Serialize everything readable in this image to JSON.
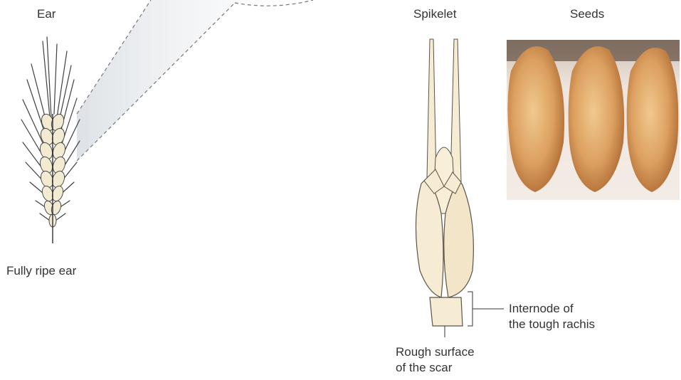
{
  "labels": {
    "ear": "Ear",
    "spikelet": "Spikelet",
    "seeds": "Seeds",
    "fully_ripe_ear": "Fully ripe ear",
    "internode_line1": "Internode of",
    "internode_line2": "the tough rachis",
    "rough_line1": "Rough surface",
    "rough_line2": "of the scar"
  },
  "colors": {
    "awn": "#3f3f3f",
    "glume_fill": "#f6ecd3",
    "glume_stroke": "#5a5448",
    "seed_light": "#e7b77d",
    "seed_dark": "#b06a2c",
    "photo_bg": "#e9ddd3",
    "zoom_fill": "#e3e7eb",
    "text": "#333333"
  }
}
